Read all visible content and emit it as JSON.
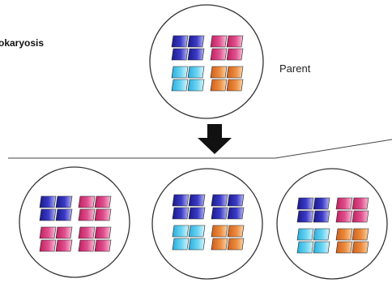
{
  "title": "okaryosis",
  "parent_label": "Parent",
  "colors": {
    "blue": "#2a2aa8",
    "blue_light": "#8a8ae8",
    "pink": "#d8337a",
    "pink_light": "#f4a8c8",
    "cyan": "#3fc0e6",
    "cyan_light": "#b8ecfa",
    "orange": "#e0702a",
    "orange_light": "#f8c08a",
    "line": "#333333",
    "arrow": "#111111"
  },
  "cells": {
    "parent": [
      "blue",
      "pink",
      "cyan",
      "orange"
    ],
    "daughters": [
      [
        "blue",
        "pink",
        "pink",
        "pink"
      ],
      [
        "blue",
        "blue",
        "cyan",
        "orange"
      ],
      [
        "blue",
        "pink",
        "cyan",
        "orange"
      ]
    ]
  }
}
